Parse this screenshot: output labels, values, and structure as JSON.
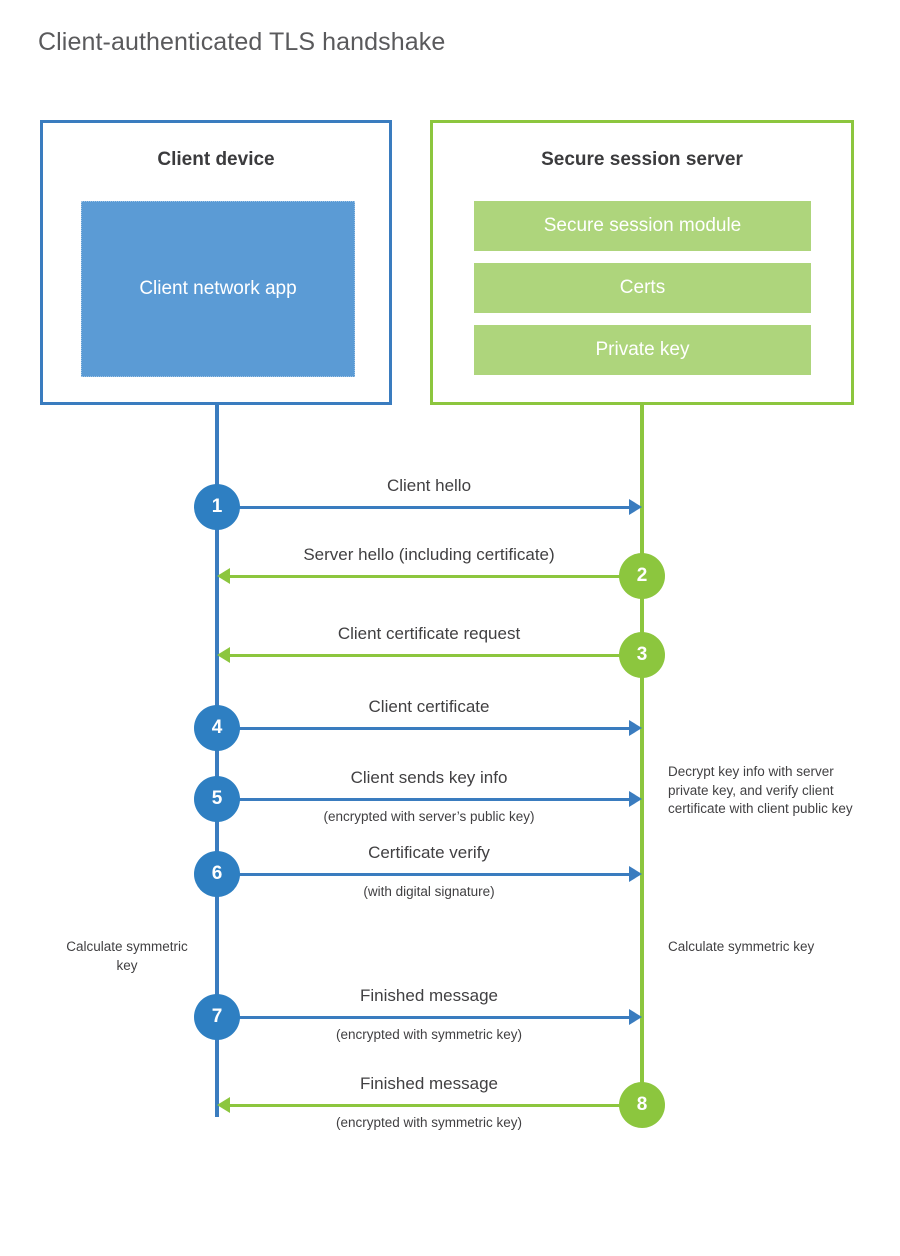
{
  "title": "Client-authenticated TLS handshake",
  "colors": {
    "client_blue": "#3a7cbf",
    "client_app_fill": "#5b9bd5",
    "step_blue": "#2e7fc2",
    "server_green": "#8cc63e",
    "server_module_fill": "#aed57c",
    "text": "#414042",
    "title_text": "#5a5a5c"
  },
  "client": {
    "title": "Client device",
    "app_label": "Client network app"
  },
  "server": {
    "title": "Secure session server",
    "modules": [
      {
        "label": "Secure session module"
      },
      {
        "label": "Certs"
      },
      {
        "label": "Private key"
      }
    ]
  },
  "messages": [
    {
      "step": "1",
      "label": "Client hello",
      "sublabel": "",
      "direction": "client-to-server",
      "color": "blue"
    },
    {
      "step": "2",
      "label": "Server hello (including certificate)",
      "sublabel": "",
      "direction": "server-to-client",
      "color": "green"
    },
    {
      "step": "3",
      "label": "Client certificate request",
      "sublabel": "",
      "direction": "server-to-client",
      "color": "green"
    },
    {
      "step": "4",
      "label": "Client certificate",
      "sublabel": "",
      "direction": "client-to-server",
      "color": "blue"
    },
    {
      "step": "5",
      "label": "Client sends key info",
      "sublabel": "(encrypted with server’s public key)",
      "direction": "client-to-server",
      "color": "blue"
    },
    {
      "step": "6",
      "label": "Certificate verify",
      "sublabel": "(with digital signature)",
      "direction": "client-to-server",
      "color": "blue"
    },
    {
      "step": "7",
      "label": "Finished message",
      "sublabel": "(encrypted with symmetric key)",
      "direction": "client-to-server",
      "color": "blue"
    },
    {
      "step": "8",
      "label": "Finished message",
      "sublabel": "(encrypted with symmetric key)",
      "direction": "server-to-client",
      "color": "green"
    }
  ],
  "annotations": {
    "server_decrypt": "Decrypt key info with server private key, and verify client certificate with client public key",
    "client_calculate": "Calculate symmetric key",
    "server_calculate": "Calculate symmetric key"
  }
}
